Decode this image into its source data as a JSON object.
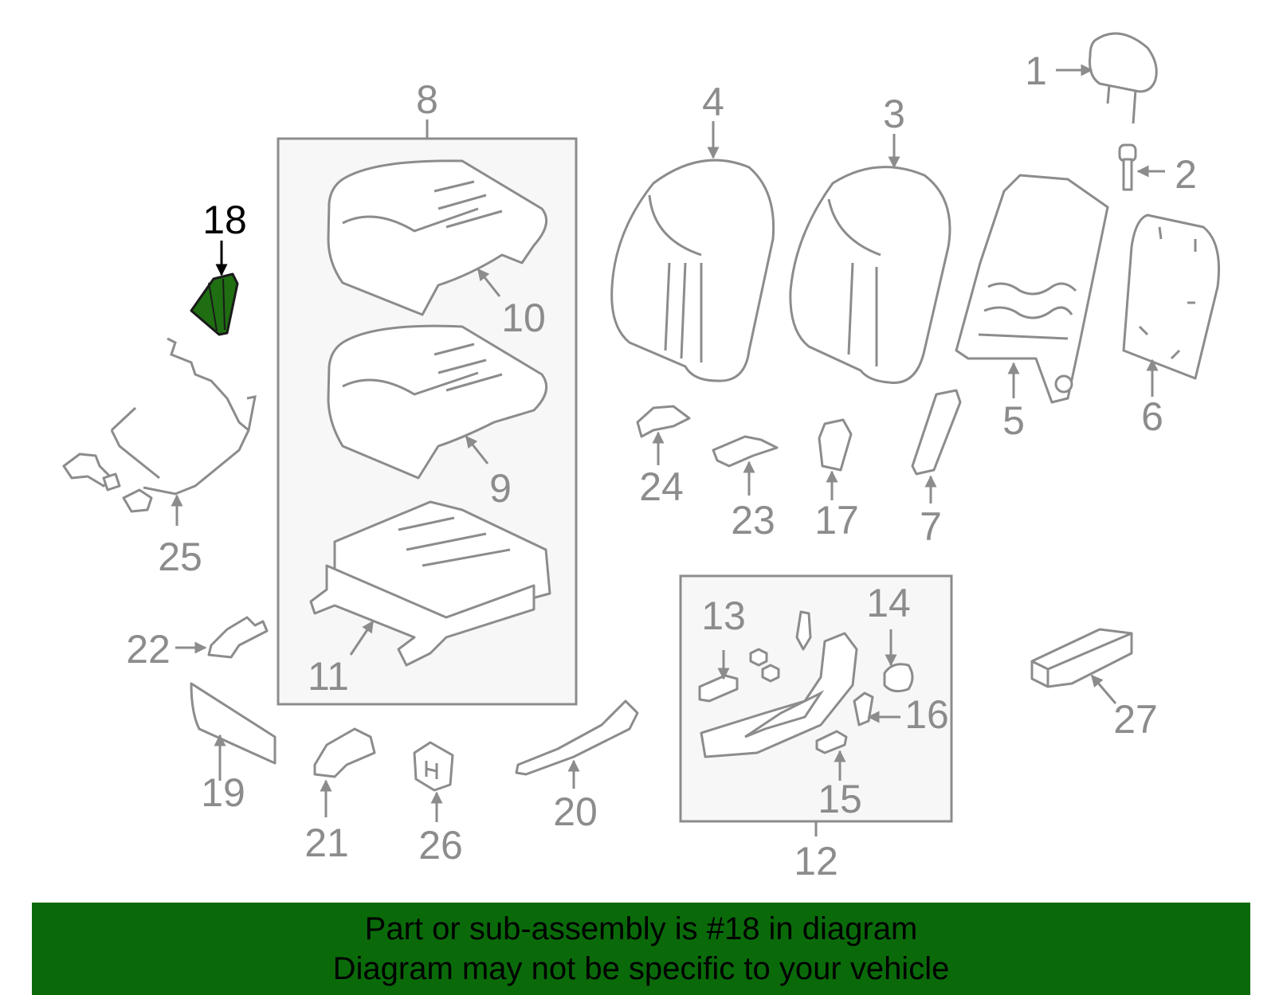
{
  "banner": {
    "line1": "Part or sub-assembly is #18 in diagram",
    "line2": "Diagram may not be specific to your vehicle",
    "color": "#0a6a0a"
  },
  "highlight_color": "#1f6e12",
  "callouts": {
    "c1": "1",
    "c2": "2",
    "c3": "3",
    "c4": "4",
    "c5": "5",
    "c6": "6",
    "c7": "7",
    "c8": "8",
    "c9": "9",
    "c10": "10",
    "c11": "11",
    "c12": "12",
    "c13": "13",
    "c14": "14",
    "c15": "15",
    "c16": "16",
    "c17": "17",
    "c18": "18",
    "c19": "19",
    "c20": "20",
    "c21": "21",
    "c22": "22",
    "c23": "23",
    "c24": "24",
    "c25": "25",
    "c26": "26",
    "c27": "27"
  }
}
